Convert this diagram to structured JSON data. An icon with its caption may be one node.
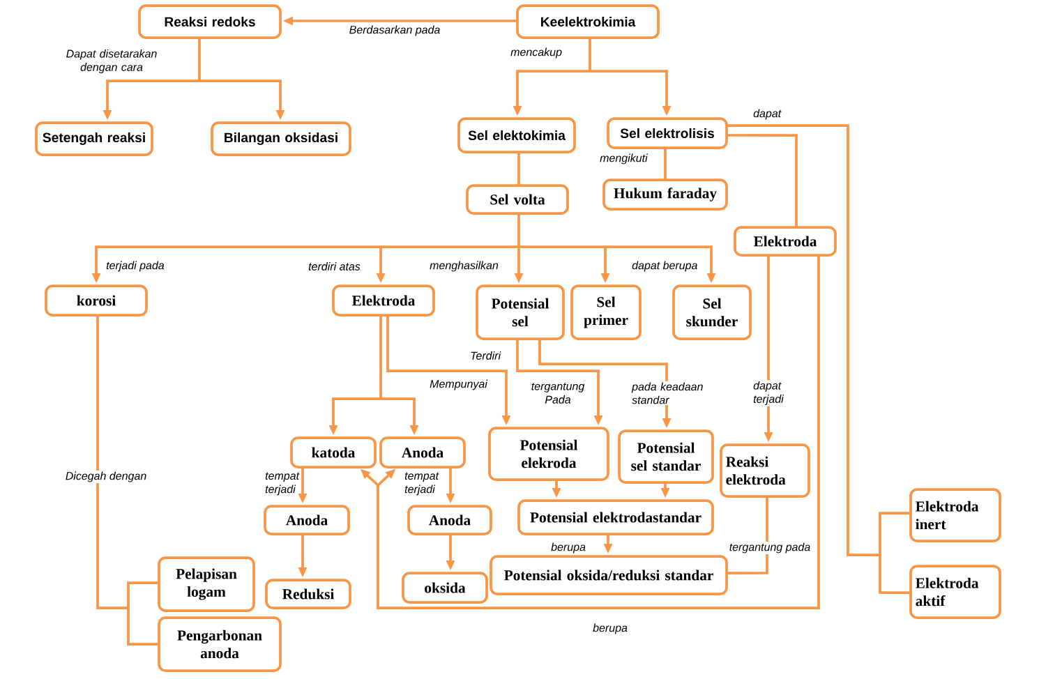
{
  "diagram": {
    "nodes": [
      {
        "text": [
          "Reaksi redoks"
        ]
      },
      {
        "text": [
          "Keelektrokimia"
        ]
      },
      {
        "text": [
          "Setengah reaksi"
        ]
      },
      {
        "text": [
          "Bilangan oksidasi"
        ]
      },
      {
        "text": [
          "Sel elektokimia"
        ]
      },
      {
        "text": [
          "Sel elektrolisis"
        ]
      },
      {
        "text": [
          "Sel volta"
        ]
      },
      {
        "text": [
          "Hukum faraday"
        ]
      },
      {
        "text": [
          "Elektroda"
        ]
      },
      {
        "text": [
          "korosi"
        ]
      },
      {
        "text": [
          "Elektroda"
        ]
      },
      {
        "text": [
          "Potensial sel"
        ]
      },
      {
        "text": [
          "Sel primer"
        ]
      },
      {
        "text": [
          "Sel skunder"
        ]
      },
      {
        "text": [
          "katoda"
        ]
      },
      {
        "text": [
          "Anoda"
        ]
      },
      {
        "text": [
          "Potensial elekroda"
        ]
      },
      {
        "text": [
          "Potensial sel standar"
        ]
      },
      {
        "text": [
          "Reaksi elektroda"
        ]
      },
      {
        "text": [
          "Elektroda inert"
        ]
      },
      {
        "text": [
          "Anoda"
        ]
      },
      {
        "text": [
          "Anoda"
        ]
      },
      {
        "text": [
          "Potensial elektrodastandar"
        ]
      },
      {
        "text": [
          "Potensial oksida/reduksi standar"
        ]
      },
      {
        "text": [
          "Pelapisan logam"
        ]
      },
      {
        "text": [
          "Reduksi"
        ]
      },
      {
        "text": [
          "oksida"
        ]
      },
      {
        "text": [
          "Elektroda aktif"
        ]
      },
      {
        "text": [
          "Pengarbonan anoda"
        ]
      }
    ],
    "edges": [
      {
        "from": 1,
        "to": 0,
        "arrow": "to",
        "label": "Berdasarkan pada"
      },
      {
        "from": 0,
        "to": 2,
        "arrow": "to",
        "label": "Dapat disetarakan dengan cara"
      },
      {
        "from": 0,
        "to": 3,
        "arrow": "to"
      },
      {
        "from": 1,
        "to": 4,
        "arrow": "to",
        "label": "mencakup"
      },
      {
        "from": 1,
        "to": 5,
        "arrow": "to"
      },
      {
        "from": 4,
        "to": 6,
        "arrow": "none"
      },
      {
        "from": 5,
        "to": 7,
        "arrow": "none",
        "label": "mengikuti"
      },
      {
        "from": 5,
        "to": 8,
        "arrow": "none"
      },
      {
        "from": 5,
        "to": 19,
        "arrow": "none",
        "label": "dapat"
      },
      {
        "from": 5,
        "to": 27,
        "arrow": "none"
      },
      {
        "from": 6,
        "to": 9,
        "arrow": "to",
        "label": "terjadi pada"
      },
      {
        "from": 6,
        "to": 10,
        "arrow": "to",
        "label": "terdiri atas"
      },
      {
        "from": 6,
        "to": 11,
        "arrow": "to",
        "label": "menghasilkan"
      },
      {
        "from": 6,
        "to": 12,
        "arrow": "to"
      },
      {
        "from": 6,
        "to": 13,
        "arrow": "to",
        "label": "dapat berupa"
      },
      {
        "from": 10,
        "to": 14,
        "arrow": "to"
      },
      {
        "from": 10,
        "to": 15,
        "arrow": "to"
      },
      {
        "from": 10,
        "to": 16,
        "arrow": "to",
        "label": "Mempunyai"
      },
      {
        "from": 11,
        "to": 16,
        "arrow": "to",
        "label": "tergantung Pada"
      },
      {
        "from": 11,
        "to": 17,
        "arrow": "to",
        "label": "pada keadaan standar"
      },
      {
        "from": 16,
        "to": 22,
        "arrow": "to"
      },
      {
        "from": 17,
        "to": 22,
        "arrow": "to"
      },
      {
        "from": 22,
        "to": 23,
        "arrow": "to",
        "label": "berupa"
      },
      {
        "from": 8,
        "to": 18,
        "arrow": "to",
        "label": "dapat terjadi"
      },
      {
        "from": 18,
        "to": 23,
        "arrow": "none",
        "label": "tergantung pada"
      },
      {
        "from": 8,
        "to": 14,
        "arrow": "to",
        "label": "berupa"
      },
      {
        "from": 8,
        "to": 15,
        "arrow": "to"
      },
      {
        "from": 14,
        "to": 20,
        "arrow": "to",
        "label": "tempat terjadi"
      },
      {
        "from": 15,
        "to": 21,
        "arrow": "to",
        "label": "tempat terjadi"
      },
      {
        "from": 20,
        "to": 25,
        "arrow": "to"
      },
      {
        "from": 21,
        "to": 26,
        "arrow": "to"
      },
      {
        "from": 9,
        "to": 24,
        "arrow": "none",
        "label": "Dicegah dengan"
      },
      {
        "from": 9,
        "to": 28,
        "arrow": "none"
      }
    ],
    "labels": [
      "Terdiri"
    ]
  }
}
